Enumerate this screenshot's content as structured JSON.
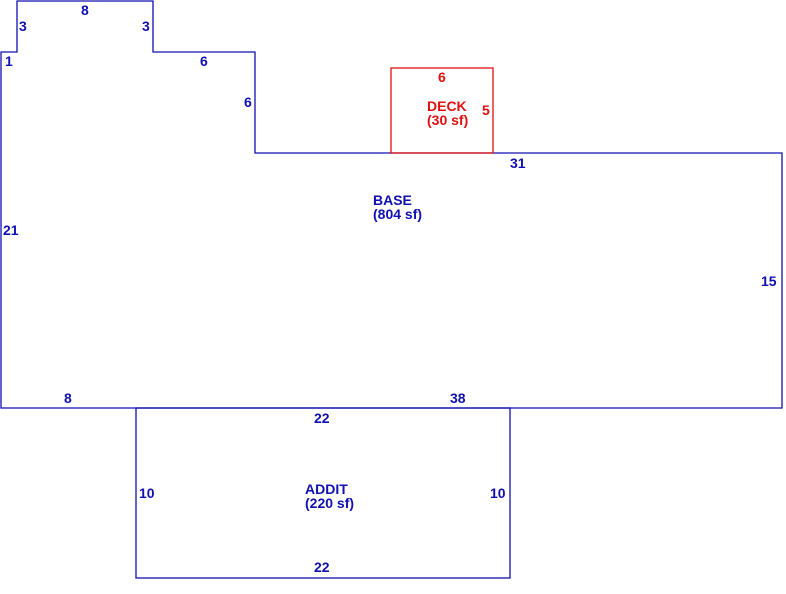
{
  "areas": {
    "base": {
      "name": "BASE",
      "size": "(804 sf)",
      "color": "#1010b0",
      "dimensions": [
        "3",
        "8",
        "3",
        "1",
        "6",
        "6",
        "31",
        "21",
        "15",
        "8",
        "38"
      ]
    },
    "deck": {
      "name": "DECK",
      "size": "(30 sf)",
      "color": "#e01010",
      "dimensions": [
        "6",
        "5"
      ]
    },
    "addit": {
      "name": "ADDIT",
      "size": "(220 sf)",
      "color": "#1010b0",
      "dimensions": [
        "22",
        "10",
        "10",
        "22"
      ]
    }
  }
}
